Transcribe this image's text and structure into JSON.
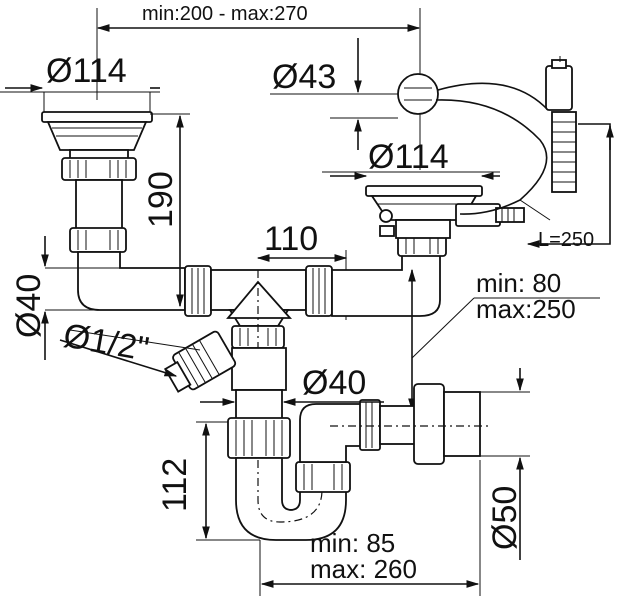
{
  "labels": {
    "top_range": "min:200 - max:270",
    "left_strainer_dia": "Ø114",
    "overflow_dia": "Ø43",
    "right_strainer_dia": "Ø114",
    "height_190": "190",
    "dim_110": "110",
    "left_pipe_dia": "Ø40",
    "thread_dia": "Ø1/2\"",
    "overflow_min": "min:   80",
    "overflow_max": "max:250",
    "cable_length": "L=250",
    "trap_pipe_dia": "Ø40",
    "trap_height": "112",
    "outlet_dia": "Ø50",
    "bottom_min": "min:    85",
    "bottom_max": "max: 260"
  }
}
